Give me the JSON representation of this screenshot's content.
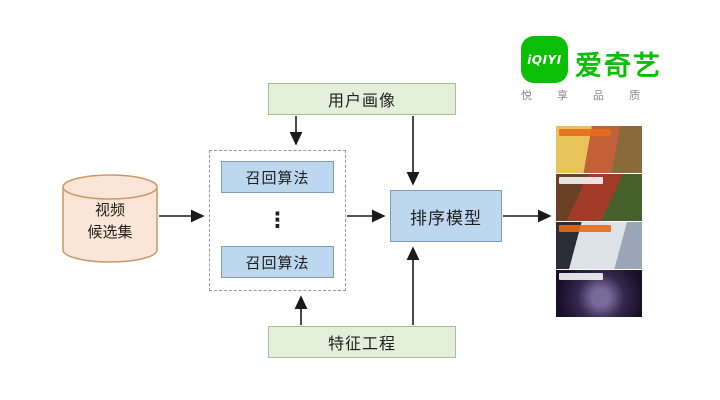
{
  "diagram": {
    "candidate_set_line1": "视频",
    "candidate_set_line2": "候选集",
    "recall_1": "召回算法",
    "recall_dots": "⋮",
    "recall_2": "召回算法",
    "user_profile": "用户画像",
    "feature_engineering": "特征工程",
    "ranking_model": "排序模型"
  },
  "logo": {
    "icon_text": "iQIYI",
    "brand": "爱奇艺",
    "tagline_chars": [
      "悦",
      "享",
      "品",
      "质"
    ]
  },
  "colors": {
    "cylinder_fill": "#fbe5d6",
    "cylinder_stroke": "#c9996b",
    "blue_fill": "#bdd7ee",
    "blue_stroke": "#7f9db9",
    "green_fill": "#e2efda",
    "green_stroke": "#a6bf8e",
    "brand_green": "#0bbe06",
    "arrow_color": "#1a1a1a"
  }
}
